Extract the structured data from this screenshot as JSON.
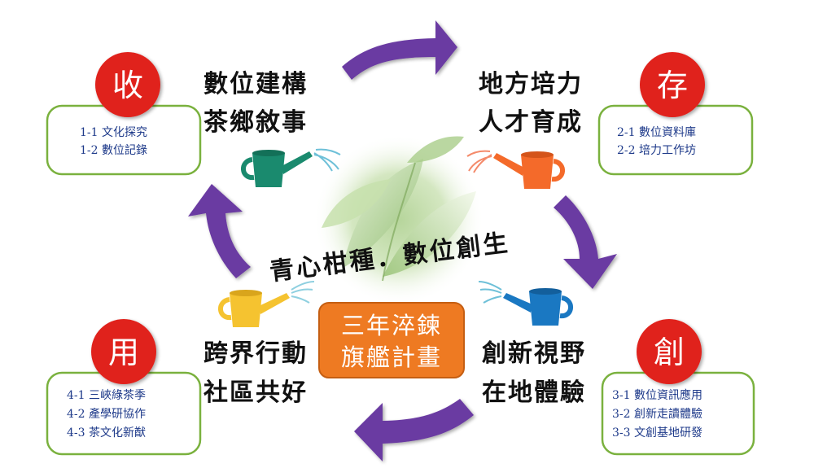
{
  "center": {
    "slogan": "青心柑種．數位創生",
    "badge_line1": "三年淬鍊",
    "badge_line2": "旗艦計畫"
  },
  "quadrants": {
    "shou": {
      "character": "收",
      "phrase1": "數位建構",
      "phrase2": "茶鄉敘事",
      "items": [
        "1-1  文化探究",
        "1-2  數位記錄"
      ]
    },
    "cun": {
      "character": "存",
      "phrase1": "地方培力",
      "phrase2": "人才育成",
      "items": [
        "2-1  數位資料庫",
        "2-2  培力工作坊"
      ]
    },
    "chuang": {
      "character": "創",
      "phrase1": "創新視野",
      "phrase2": "在地體驗",
      "items": [
        "3-1  數位資訊應用",
        "3-2  創新走讀體驗",
        "3-3  文創基地研發"
      ]
    },
    "yong": {
      "character": "用",
      "phrase1": "跨界行動",
      "phrase2": "社區共好",
      "items": [
        "4-1  三峽綠茶季",
        "4-2  產學研協作",
        "4-3  茶文化新猷"
      ]
    }
  },
  "colors": {
    "arrow": "#6b3aa2",
    "circle_red": "#e0211c",
    "box_border": "#7ab13e",
    "item_text": "#1e3a8a",
    "badge_fill": "#ee7a22",
    "can_green": "#1a8a6e",
    "can_orange": "#f46a2a",
    "can_blue": "#1a78c2",
    "can_yellow": "#f5c330"
  }
}
